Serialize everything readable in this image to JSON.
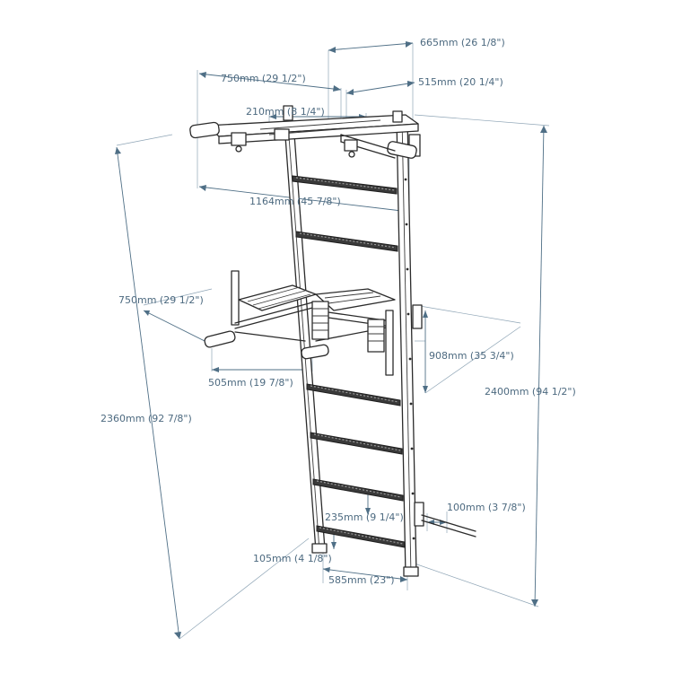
{
  "dimensions": {
    "top_depth": "665mm (26 1/8\")",
    "pullup_depth": "750mm (29 1/2\")",
    "bracket_depth": "515mm (20 1/4\")",
    "grip_spacing": "210mm (8 1/4\")",
    "pullup_width": "1164mm (45 7/8\")",
    "dip_depth": "750mm (29 1/2\")",
    "dip_width": "505mm (19 7/8\")",
    "dip_height": "908mm (35 3/4\")",
    "total_height_front": "2360mm (92 7/8\")",
    "total_height_back": "2400mm (94 1/2\")",
    "wall_offset": "100mm (3 7/8\")",
    "rung_spacing": "235mm (9 1/4\")",
    "bottom_clearance": "105mm (4 1/8\")",
    "ladder_width": "585mm (23\")"
  },
  "colors": {
    "dimension": "#4d6a80",
    "frame": "#2b2b2b",
    "background": "#ffffff"
  }
}
